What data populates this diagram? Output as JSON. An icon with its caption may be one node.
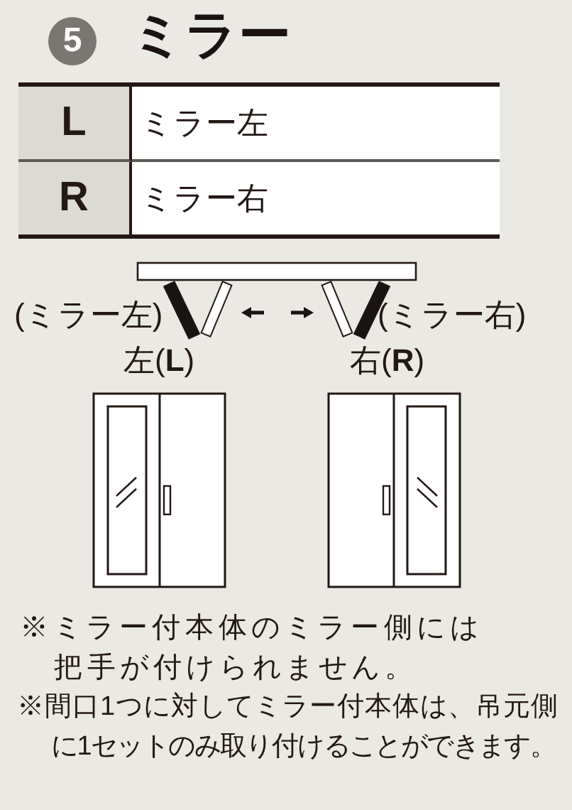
{
  "diagram": {
    "title": "ミラー",
    "nodes": [
      {
        "text": [
          "5"
        ]
      }
    ],
    "labels": [
      "L",
      "ミラー左",
      "R",
      "ミラー右",
      "(ミラー左)",
      "(ミラー右)",
      "左(**L**)",
      "右(**R**)",
      "※ミラー付本体のミラー側には把手が付けられません。",
      "※間口1つに対してミラー付本体は、吊元側に1セットのみ取り付けることができます。"
    ]
  }
}
